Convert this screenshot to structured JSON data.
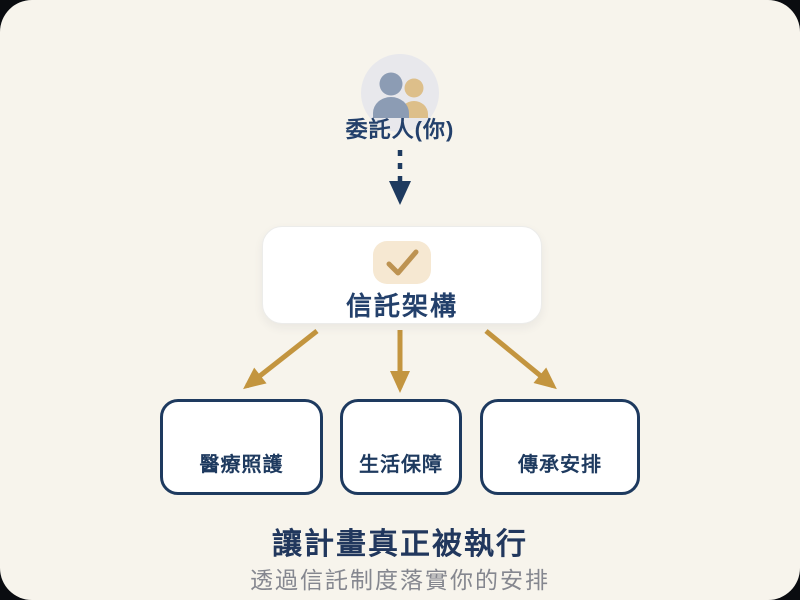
{
  "diagram": {
    "principal": {
      "label": "委託人(你)",
      "icon": "people-icon"
    },
    "trust": {
      "label": "信託架構",
      "icon": "check-icon"
    },
    "branches": [
      {
        "label": "醫療照護"
      },
      {
        "label": "生活保障"
      },
      {
        "label": "傳承安排"
      }
    ],
    "footer": {
      "title": "讓計畫真正被執行",
      "subtitle": "透過信託制度落實你的安排"
    }
  },
  "colors": {
    "outer_background": "#0a0c10",
    "card_background": "#f7f4ec",
    "navy": "#1e3a5f",
    "gold": "#c3953f",
    "check_chip": "#f6e8d2",
    "check_stroke": "#bd9352",
    "icon_circle": "#e8e8ec",
    "person_primary": "#8c9cb4",
    "person_secondary": "#ddbf8a",
    "box_fill": "#ffffff",
    "subtitle_gray": "#85878f"
  }
}
